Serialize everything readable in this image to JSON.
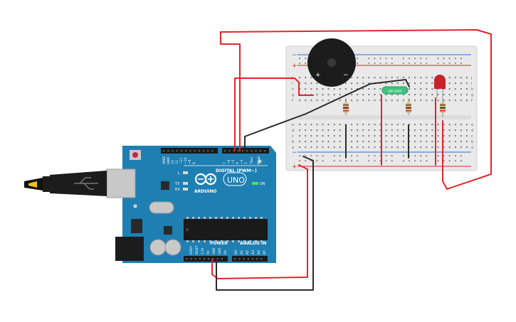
{
  "board": {
    "name": "ARDUINO",
    "model": "UNO",
    "digital_header": "DIGITAL (PWM~)",
    "analog_header": "ANALOG IN",
    "power_header": "POWER",
    "on_label": "ON",
    "led_l": "L",
    "led_tx": "TX",
    "led_rx": "RX",
    "digital_pins": [
      "AREF",
      "GND",
      "13",
      "12",
      "~11",
      "~10",
      "~9",
      "8",
      "7",
      "~6",
      "~5",
      "4",
      "~3",
      "2",
      "TX▸1",
      "RX◂0"
    ],
    "analog_pins": [
      "A0",
      "A1",
      "A2",
      "A3",
      "A4",
      "A5"
    ],
    "power_pins": [
      "IOREF",
      "RESET",
      "3.3V",
      "5V",
      "GND",
      "GND",
      "Vin"
    ]
  },
  "photoresistor": {
    "label": "1M 2005"
  },
  "breadboard": {
    "row_letters_top": [
      "j",
      "i",
      "h",
      "g",
      "f"
    ],
    "row_letters_bottom": [
      "e",
      "d",
      "c",
      "b",
      "a"
    ],
    "plus": "+",
    "minus": "−"
  },
  "buzzer": {
    "plus": "+",
    "minus": "−"
  },
  "colors": {
    "wire_red": "#e0262b",
    "wire_black": "#2b2b2b",
    "board_blue": "#1e7fb3",
    "breadboard": "#e9e9e9",
    "led_red": "#c7232b",
    "photoresistor": "#3fc47f"
  }
}
